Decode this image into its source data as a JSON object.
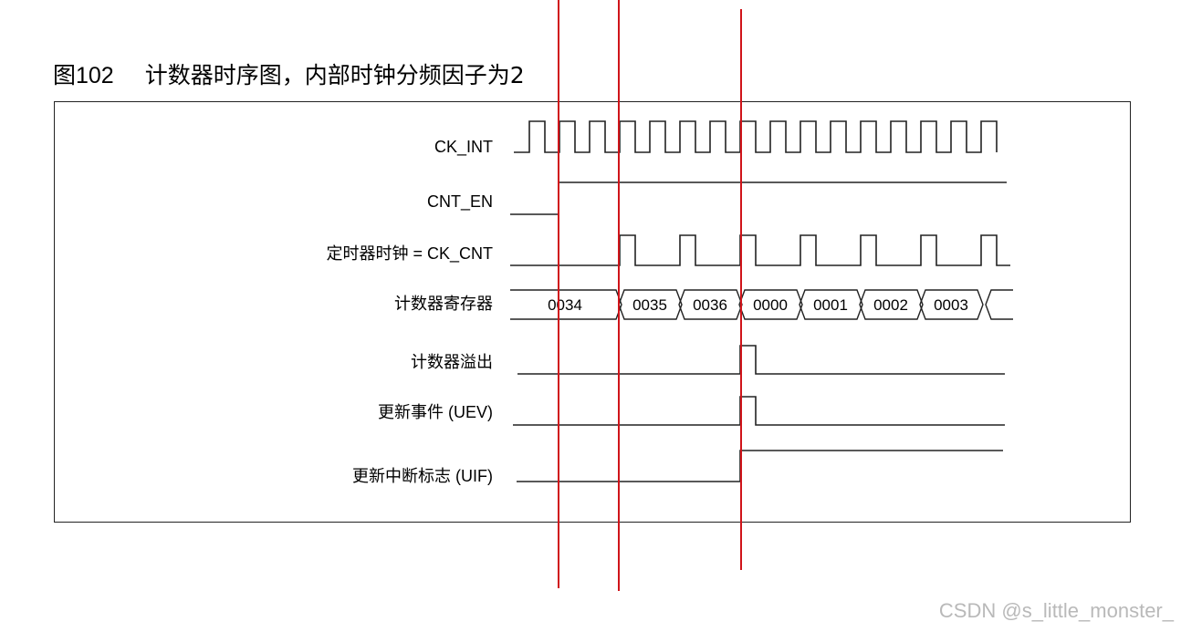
{
  "figure": {
    "number": "图102",
    "caption": "计数器时序图，内部时钟分频因子为2"
  },
  "signals": {
    "ck_int": "CK_INT",
    "cnt_en": "CNT_EN",
    "ck_cnt": "定时器时钟 = CK_CNT",
    "counter_register": "计数器寄存器",
    "counter_overflow": "计数器溢出",
    "update_event": "更新事件 (UEV)",
    "update_interrupt_flag": "更新中断标志 (UIF)"
  },
  "counter_values": [
    "0034",
    "0035",
    "0036",
    "0000",
    "0001",
    "0002",
    "0003"
  ],
  "watermark": "CSDN @s_little_monster_",
  "colors": {
    "waveform": "#222222",
    "marker": "#d0141a"
  }
}
